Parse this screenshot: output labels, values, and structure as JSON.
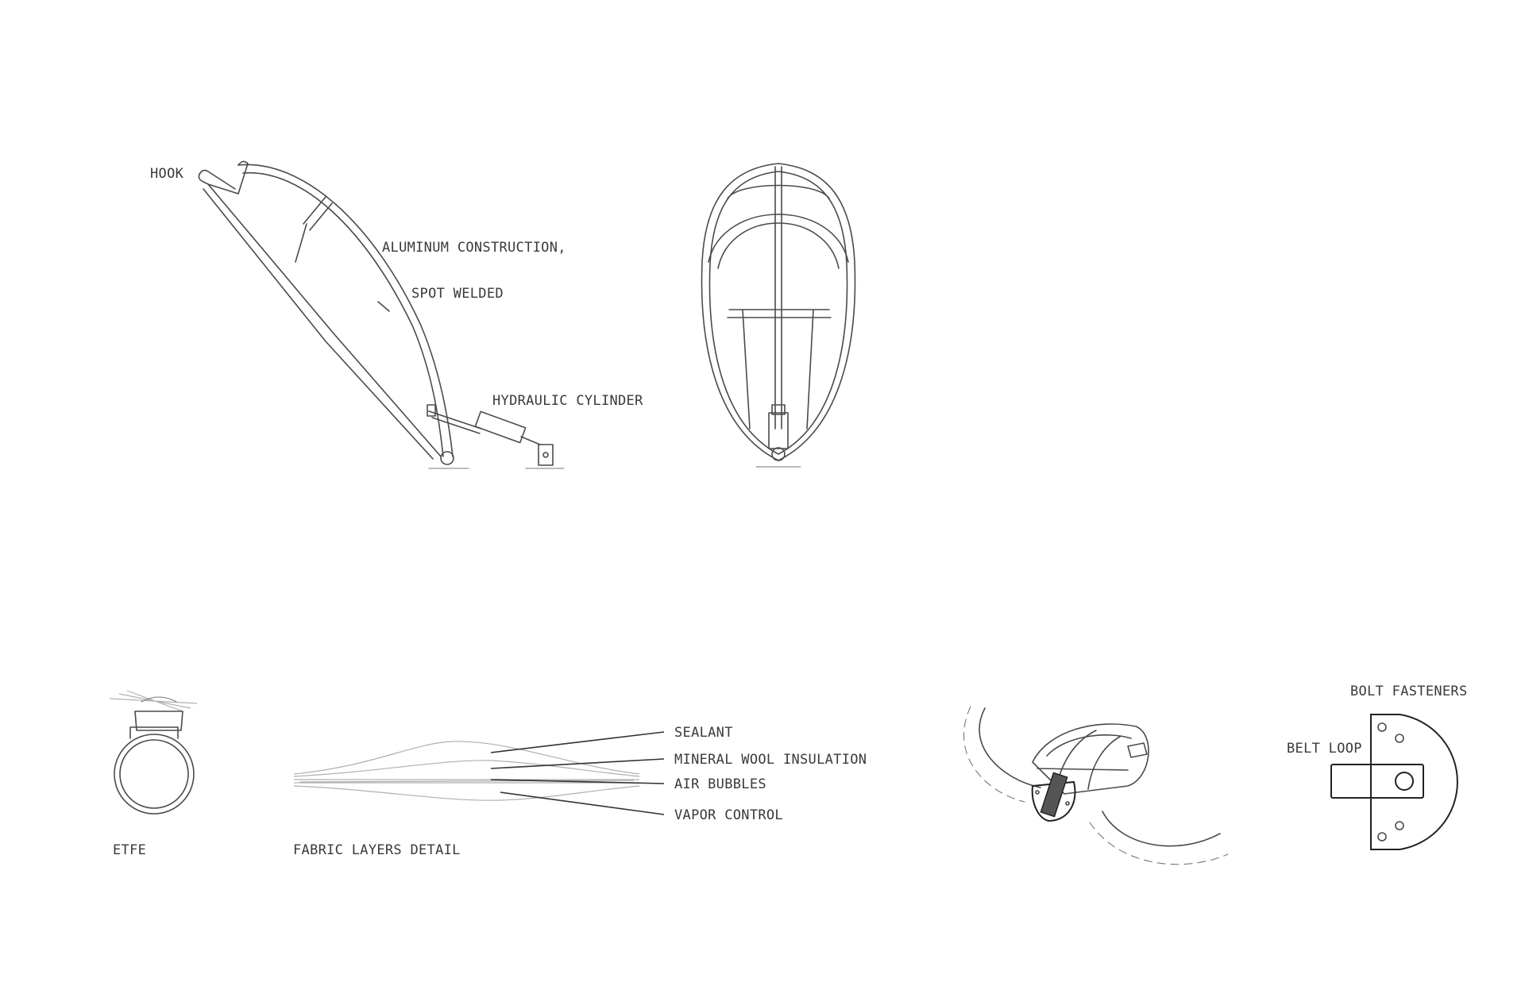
{
  "labels": {
    "hook": "HOOK",
    "aluminum_construction": "ALUMINUM CONSTRUCTION,",
    "spot_welded": "SPOT WELDED",
    "hydraulic_cylinder": "HYDRAULIC CYLINDER",
    "sealant": "SEALANT",
    "mineral_wool_insulation": "MINERAL WOOL INSULATION",
    "air_bubbles": "AIR BUBBLES",
    "vapor_control": "VAPOR CONTROL",
    "etfe": "ETFE",
    "fabric_layers_detail": "FABRIC LAYERS DETAIL",
    "bolt_fasteners": "BOLT FASTENERS",
    "belt_loop": "BELT LOOP"
  },
  "colors": {
    "line": "#4a4a4a",
    "light_line": "#b0b0b0",
    "dark": "#222222",
    "strap_fill": "#555555"
  }
}
